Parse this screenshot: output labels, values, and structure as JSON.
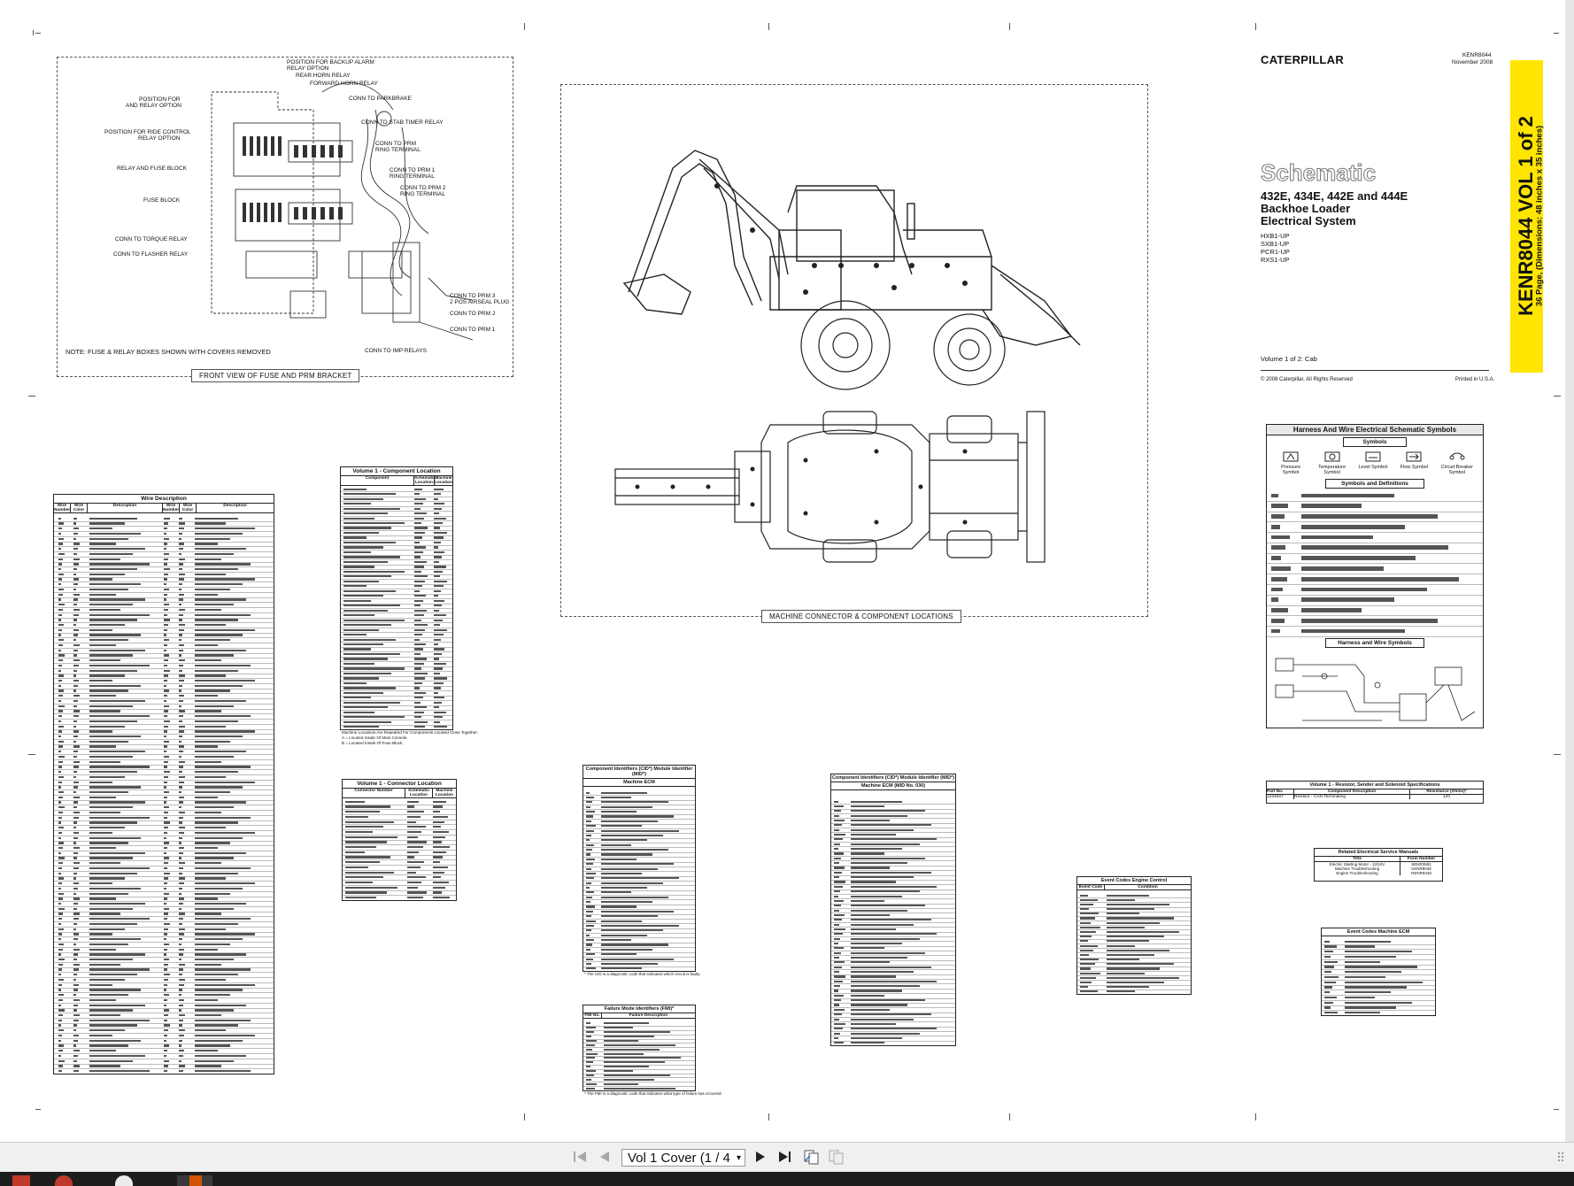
{
  "document": {
    "id": "KENR8044",
    "date": "November 2008",
    "brand": "CATERPILLAR",
    "title_big": "Schematic",
    "title_models": "432E, 434E, 442E and 444E",
    "title_machine": "Backhoe Loader",
    "title_system": "Electrical System",
    "serials": [
      "HXB1-UP",
      "SXB1-UP",
      "PCR1-UP",
      "RXS1-UP"
    ],
    "volume_line": "Volume 1 of 2: Cab",
    "copyright": "© 2008 Caterpillar, All Rights Reserved",
    "printed": "Printed in U.S.A.",
    "spine_main": "KENR8044 VOL 1 of 2",
    "spine_sub": "36 Page, (Dimensions: 48 inches x 35 inches)"
  },
  "fuse_panel": {
    "caption": "FRONT VIEW OF FUSE AND PRM BRACKET",
    "note": "NOTE: FUSE & RELAY BOXES SHOWN WITH COVERS REMOVED",
    "labels_left": [
      "POSITION FOR",
      "AND RELAY OPTION",
      "POSITION FOR RIDE CONTROL",
      "RELAY OPTION",
      "RELAY AND FUSE BLOCK",
      "FUSE BLOCK",
      "CONN TO TORQUE RELAY",
      "CONN TO FLASHER RELAY"
    ],
    "labels_top": [
      "POSITION FOR BACKUP ALARM",
      "RELAY OPTION",
      "REAR HORN RELAY",
      "FORWARD HORN RELAY"
    ],
    "labels_right": [
      "CONN TO PARKBRAKE",
      "CONN TO STAB TIMER RELAY",
      "CONN TO PRM",
      "RING TERMINAL",
      "CONN TO PRM 1",
      "RING TERMINAL",
      "CONN TO PRM 2",
      "RING TERMINAL",
      "CONN TO PRM 3",
      "2 POS AIRSEAL PLUG",
      "CONN TO PRM J",
      "CONN TO PRM 1",
      "CONN TO IMP RELAYS"
    ]
  },
  "machine_panel": {
    "caption": "MACHINE CONNECTOR & COMPONENT LOCATIONS"
  },
  "tables": {
    "wire_description": "Wire Description",
    "wire_cols": [
      "Wire Number",
      "Wire Color",
      "Description",
      "Wire Number",
      "Wire Color",
      "Description"
    ],
    "component_location": "Volume 1 - Component Location",
    "component_cols": [
      "Component",
      "Schematic Location",
      "Machine Location"
    ],
    "component_note": [
      "Machine Locations Are Repeated For Components Located Close Together.",
      "A = Located Inside Of Main Console.",
      "B = Located Inside Of Fuse Block."
    ],
    "connector_location": "Volume 1 - Connector Location",
    "connector_cols": [
      "Connector Number",
      "Schematic Location",
      "Machine Location"
    ],
    "cid_title": "Component Identifiers (CID*) Module Identifier (MID*)",
    "cid_sub": "Machine ECM",
    "cid_note": "* The CID is a diagnostic code that indicates which circuit is faulty.",
    "fmi_title": "Failure Mode Identifiers (FMI)*",
    "fmi_cols": [
      "FMI No.",
      "Failure Description"
    ],
    "fmi_note": "* The FMI is a diagnostic code that indicates what type of failure has occurred.",
    "cid2_title": "Component Identifiers (CID*) Module Identifier (MID*)",
    "cid2_sub": "Machine ECM (MID No. 030)",
    "event_engine_title": "Event Codes Engine Control",
    "event_engine_cols": [
      "Event Code",
      "Condition"
    ],
    "event_machine_title": "Event Codes Machine ECM",
    "rss_title": "Volume 1 - Resistor, Sender and Solenoid Specifications",
    "rss_cols": [
      "Part No.",
      "Component Description",
      "Resistance (Ohms)*"
    ],
    "rss_row": [
      "1234567",
      "Resistor - CAN Terminating",
      "120"
    ],
    "related_title": "Related Electrical Service Manuals",
    "related_cols": [
      "Title",
      "Form Number"
    ],
    "related_rows": [
      [
        "Electric Starting Motor - 12/24V",
        "SENR3581"
      ],
      [
        "Machine Troubleshooting",
        "KENR8048"
      ],
      [
        "Engine Troubleshooting",
        "RENR9348"
      ]
    ],
    "symbols_title": "Harness And Wire Electrical Schematic Symbols",
    "symbols_sub": "Symbols",
    "symbols_defs": "Symbols and Definitions",
    "harness_symbols": "Harness and Wire Symbols",
    "symbol_names": [
      "Pressure Symbol",
      "Temperature Symbol",
      "Level Symbol",
      "Flow Symbol",
      "Circuit Breaker Symbol"
    ]
  },
  "viewer": {
    "page_label": "Vol 1 Cover (1 / 4",
    "buttons": [
      "first-page",
      "previous-page",
      "next-page",
      "last-page",
      "page-layout",
      "thumbnails"
    ]
  }
}
